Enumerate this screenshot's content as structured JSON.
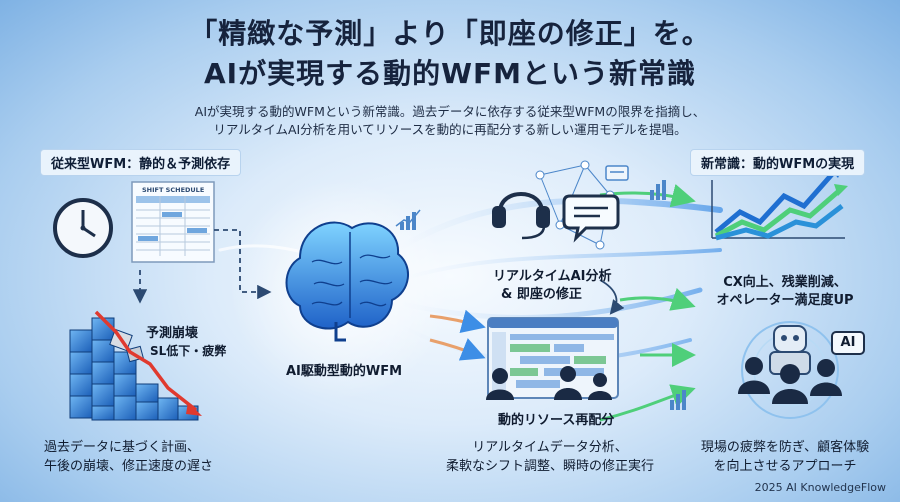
{
  "title": {
    "line1": "「精緻な予測」より「即座の修正」を。",
    "line2": "AIが実現する動的WFMという新常識"
  },
  "subtitle": {
    "line1": "AIが実現する動的WFMという新常識。過去データに依存する従来型WFMの限界を指摘し、",
    "line2": "リアルタイムAI分析を用いてリソースを動的に再配分する新しい運用モデルを提唱。"
  },
  "left": {
    "header": "従来型WFM：静的＆予測依存",
    "schedule_label": "SHIFT SCHEDULE",
    "collapse_label": "予測崩壊",
    "sl_label": "SL低下・疲弊",
    "caption_line1": "過去データに基づく計画、",
    "caption_line2": "午後の崩壊、修正速度の遅さ"
  },
  "center": {
    "brain_label": "AI駆動型動的WFM",
    "analysis_line1": "リアルタイムAI分析",
    "analysis_line2": "& 即座の修正",
    "realloc_label": "動的リソース再配分",
    "caption_line1": "リアルタイムデータ分析、",
    "caption_line2": "柔軟なシフト調整、瞬時の修正実行"
  },
  "right": {
    "header": "新常識：動的WFMの実現",
    "result_line1": "CX向上、残業削減、",
    "result_line2": "オペレーター満足度UP",
    "ai_badge": "AI",
    "caption_line1": "現場の疲弊を防ぎ、顧客体験",
    "caption_line2": "を向上させるアプローチ"
  },
  "footer": "2025 AI KnowledgeFlow",
  "colors": {
    "title": "#16233d",
    "accent_blue": "#1f6fd1",
    "arrow_red": "#e03a2f",
    "arrow_green": "#4fcf7a"
  }
}
